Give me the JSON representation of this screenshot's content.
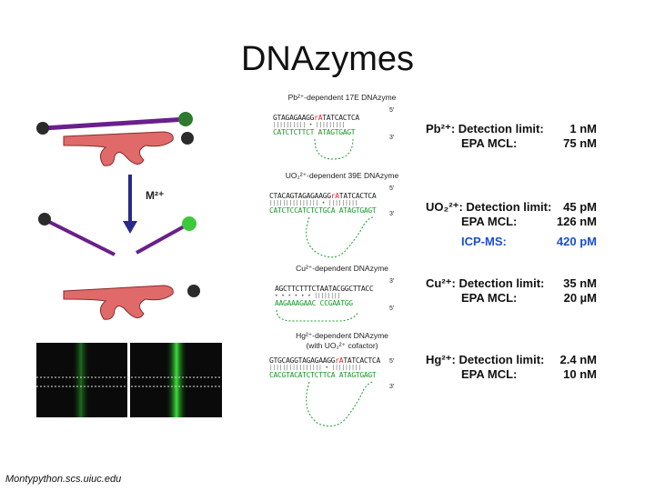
{
  "title": "DNAzymes",
  "credit": "Montypython.scs.uiuc.edu",
  "metal_label": "M²⁺",
  "panels": [
    {
      "title": "Pb²⁺-dependent 17E DNAzyme",
      "top_pre": "GTAGAGAAGG",
      "top_mark": "rA",
      "top_post": "TATCACTCA",
      "bottom": "CATCTCTTCT  ATAGTGAGT"
    },
    {
      "title": "UO₂²⁺-dependent 39E DNAzyme",
      "top_pre": "CTACAGTAGAGAAGG",
      "top_mark": "rA",
      "top_post": "TATCACTCA",
      "bottom": "CATCTCCATCTCTGCA  ATAGTGAGT"
    },
    {
      "title": "Cu²⁺-dependent DNAzyme",
      "top_pre": "AGCTTCTTTCTAATACGGC",
      "top_mark": "",
      "top_post": "TTACC",
      "bottom": "AAGAAAGAAC   CCGAATGG"
    },
    {
      "title": "Hg²⁺-dependent DNAzyme",
      "subtitle": "(with UO₂²⁺ cofactor)",
      "top_pre": "GTGCAGGTAGAGAAGG",
      "top_mark": "rA",
      "top_post": "TATCACTCA",
      "bottom": "CACGTACATCTCTTCA  ATAGTGAGT"
    }
  ],
  "results": [
    {
      "ion": "Pb²⁺",
      "limit_label": ": Detection limit:",
      "limit": "1  nM",
      "mcl_label": "EPA MCL:",
      "mcl": "75 nM"
    },
    {
      "ion": "UO₂²⁺",
      "limit_label": ": Detection limit:",
      "limit": "45 pM",
      "mcl_label": "EPA MCL:",
      "mcl": "126 nM",
      "icp_label": "ICP-MS:",
      "icp": "420 pM"
    },
    {
      "ion": "Cu²⁺",
      "limit_label": ": Detection limit:",
      "limit": "35 nM",
      "mcl_label": "EPA MCL:",
      "mcl": "20 µM"
    },
    {
      "ion": "Hg²⁺",
      "limit_label": ": Detection limit:",
      "limit": "2.4 nM",
      "mcl_label": "EPA MCL:",
      "mcl": "10 nM"
    }
  ],
  "colors": {
    "strand": "#6a1f8c",
    "enzyme": "#e06a6a",
    "arrow": "#2a2a8a",
    "fluor": "#3ec83e",
    "green_seq": "#1a9a2a",
    "cleave": "#e0202a",
    "icp": "#1a4fd0"
  }
}
